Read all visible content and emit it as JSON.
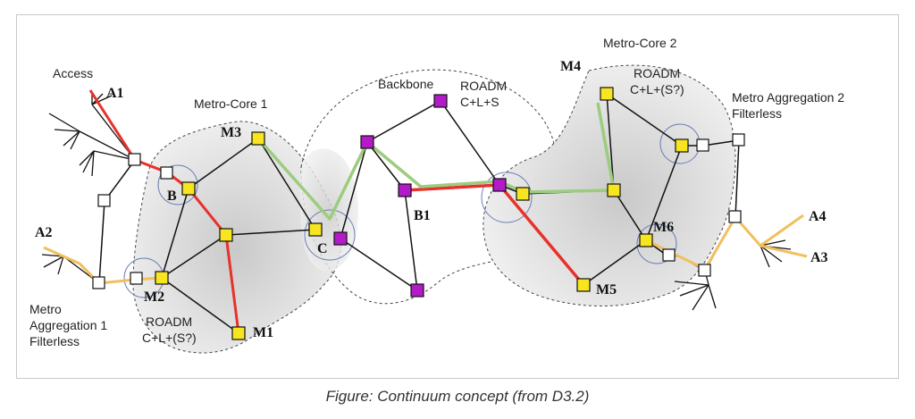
{
  "caption": "Figure: Continuum concept (from D3.2)",
  "colors": {
    "access_path": "#e8312a",
    "backbone_path": "#9ccc7e",
    "aggregation_path": "#f2bf5c",
    "metro_node": "#f6e51f",
    "backbone_node": "#b31ac8",
    "aggregation_node": "#ffffff",
    "domain_fill": "#d7d7d7"
  },
  "regions": {
    "access": "Access",
    "metro_core_1": "Metro-Core 1",
    "backbone": "Backbone",
    "metro_core_2": "Metro-Core 2",
    "metro_aggregation_2": {
      "line1": "Metro Aggregation 2",
      "line2": "Filterless"
    },
    "metro_aggregation_1": {
      "line1": "Metro",
      "line2": "Aggregation 1",
      "line3": "Filterless"
    }
  },
  "technology_labels": {
    "mc1_roadm": {
      "line1": "ROADM",
      "line2": "C+L+(S?)"
    },
    "backbone_roadm": {
      "line1": "ROADM",
      "line2": "C+L+S"
    },
    "mc2_roadm": {
      "line1": "ROADM",
      "line2": "C+L+(S?)"
    }
  },
  "node_labels": {
    "a1": "A1",
    "a2": "A2",
    "a3": "A3",
    "a4": "A4",
    "b": "B",
    "c": "C",
    "b1": "B1",
    "m1": "M1",
    "m2": "M2",
    "m3": "M3",
    "m4": "M4",
    "m5": "M5",
    "m6": "M6"
  }
}
